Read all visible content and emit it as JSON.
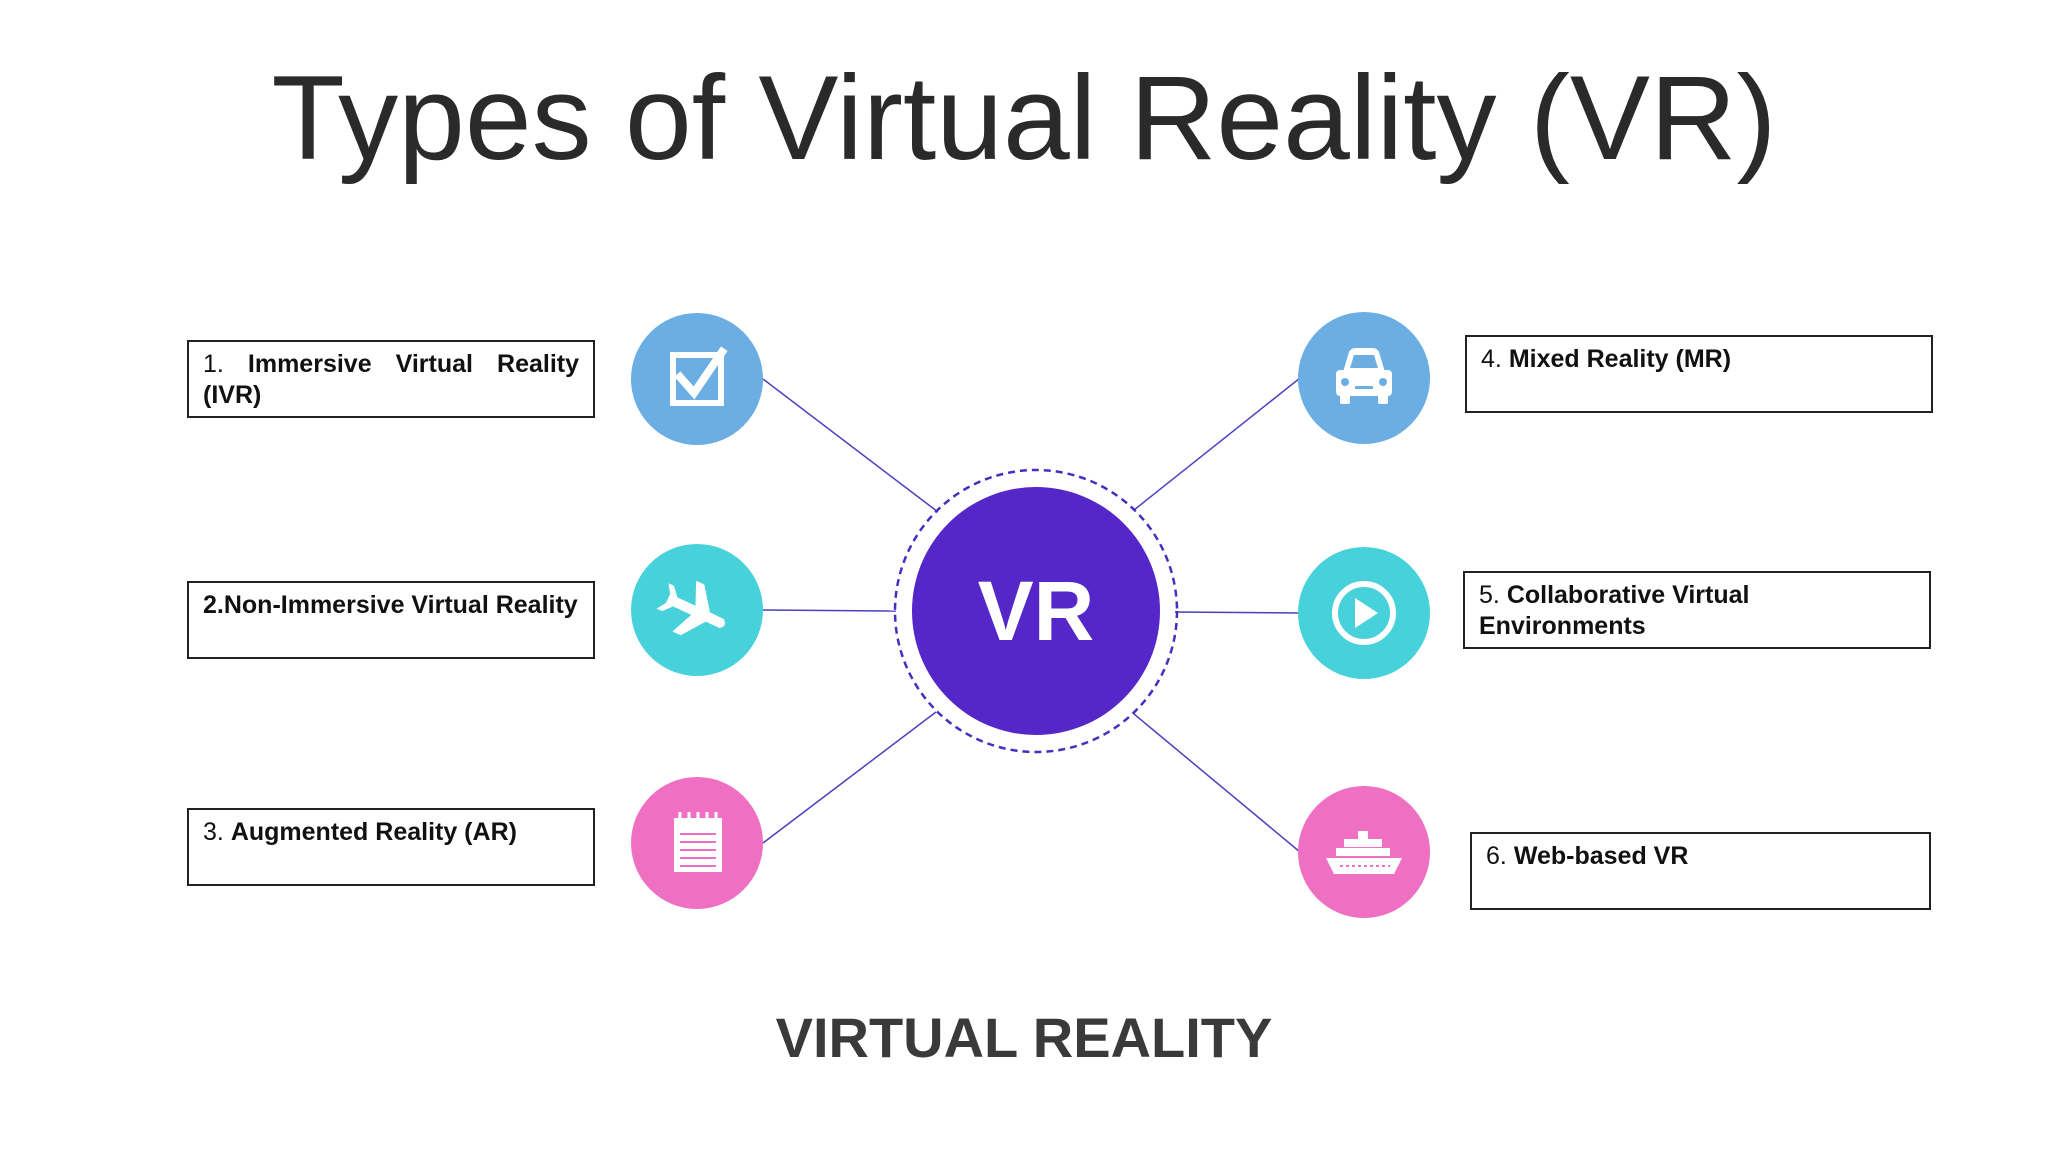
{
  "title": "Types of Virtual Reality (VR)",
  "center": {
    "label": "VR",
    "color": "#5527c9"
  },
  "subtitle": "VIRTUAL REALITY",
  "colors": {
    "blue": "#6aaee3",
    "cyan": "#47d1da",
    "pink": "#ef6fc3",
    "line": "#4b3fbf"
  },
  "nodes": [
    {
      "num": "1.",
      "text": "Immersive Virtual Reality (IVR)",
      "icon": "checkbox-icon",
      "color": "#6aaee3"
    },
    {
      "num": "2.",
      "text": "Non-Immersive Virtual Reality",
      "icon": "airplane-icon",
      "color": "#47d1da"
    },
    {
      "num": "3.",
      "text": "Augmented Reality (AR)",
      "icon": "notepad-icon",
      "color": "#ef6fc3"
    },
    {
      "num": "4.",
      "text": "Mixed Reality (MR)",
      "icon": "car-icon",
      "color": "#6aaee3"
    },
    {
      "num": "5.",
      "text": "Collaborative Virtual Environments",
      "icon": "play-icon",
      "color": "#47d1da"
    },
    {
      "num": "6.",
      "text": "Web-based VR",
      "icon": "ship-icon",
      "color": "#ef6fc3"
    }
  ]
}
